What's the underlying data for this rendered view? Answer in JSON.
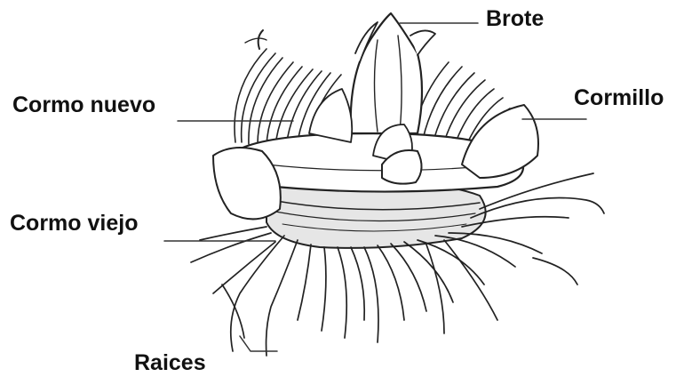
{
  "labels": {
    "brote": "Brote",
    "cormo_nuevo": "Cormo nuevo",
    "cormillo": "Cormillo",
    "cormo_viejo": "Cormo viejo",
    "raices": "Raices"
  },
  "colors": {
    "ink": "#222222",
    "label": "#111111",
    "fill": "#ffffff",
    "shade": "#cfcfcf"
  },
  "icons": [
    "corm-illustration"
  ]
}
